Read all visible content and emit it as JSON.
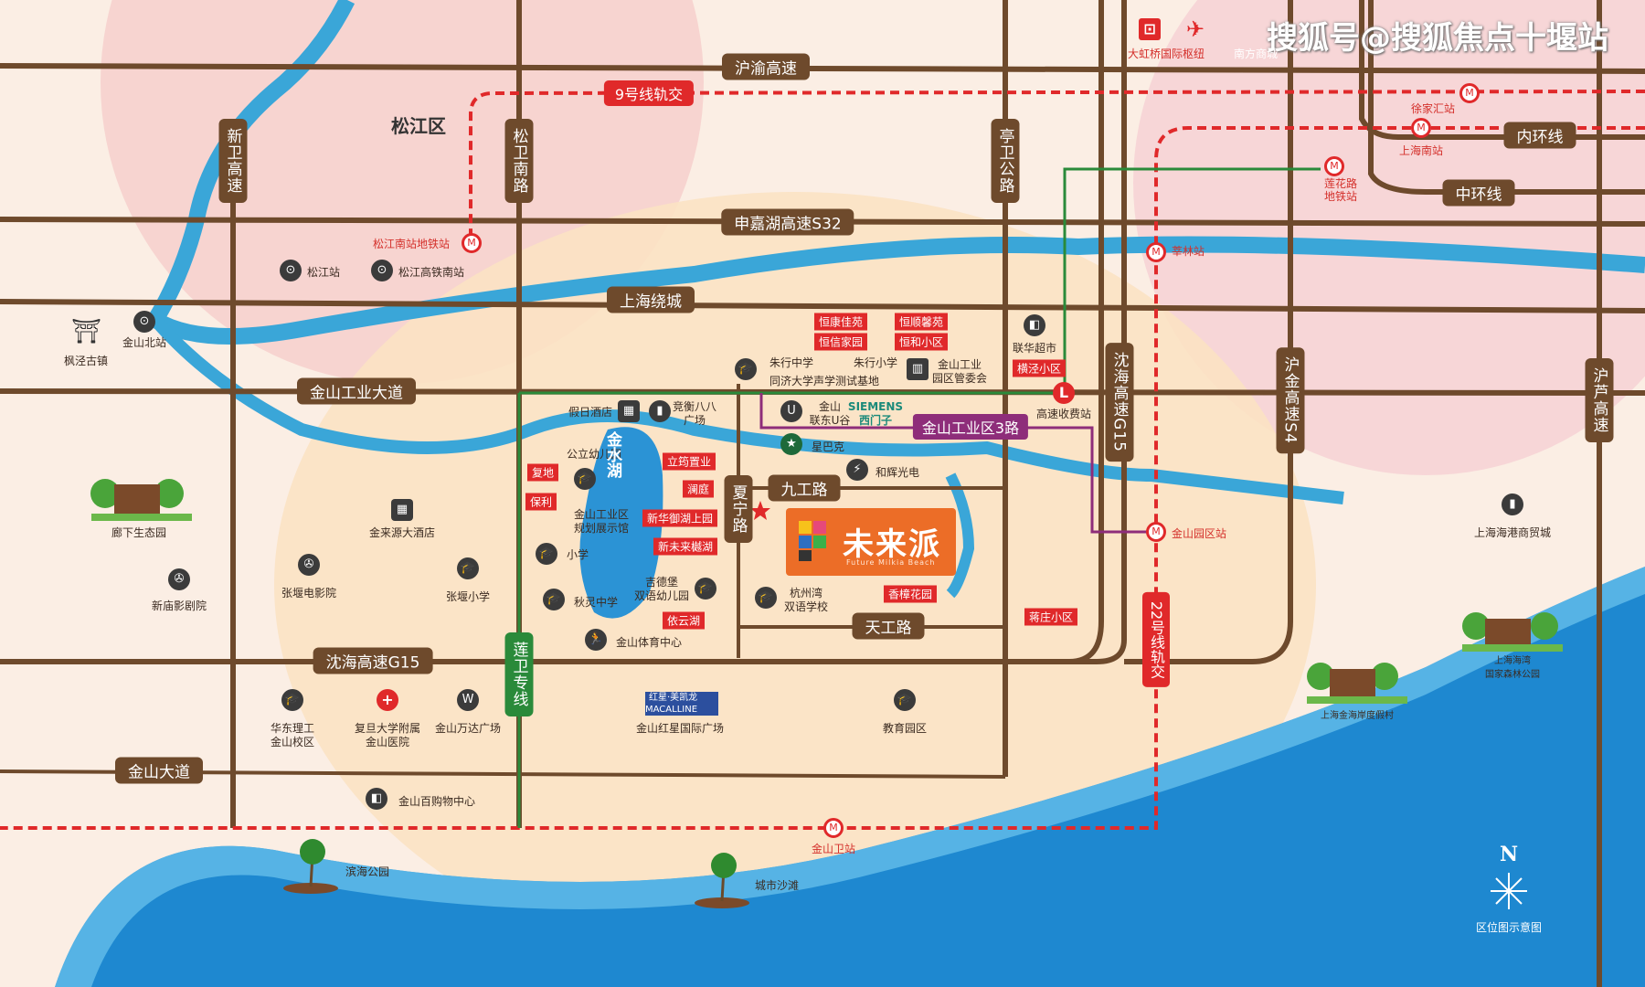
{
  "watermark": "搜狐号@搜狐焦点十堰站",
  "district": "松江区",
  "roads": {
    "huyu": "沪渝高速",
    "shenjiahu": "申嘉湖高速S32",
    "raocheng": "上海绕城",
    "gongyedadao": "金山工业大道",
    "shenhai": "沈海高速G15",
    "jinshandadao": "金山大道",
    "jiugong": "九工路",
    "tiangong": "天工路",
    "industrial3": "金山工业区3路",
    "xinwei": "新卫高速",
    "songwei": "松卫南路",
    "tingwei": "亭卫公路",
    "xianing": "夏宁路",
    "lianwei": "莲卫专线",
    "shenhai_v": "沈海高速G15",
    "hujin": "沪金高速S4",
    "hulu": "沪芦高速",
    "inner_ring": "内环线",
    "middle_ring": "中环线"
  },
  "metro": {
    "line9": "9号线轨交",
    "line22": "22号线轨交",
    "stations": {
      "songjiang_south": "松江南站地铁站",
      "xujiahui": "徐家汇站",
      "shanghai_south": "上海南站",
      "lianhua": "莲花路\n地铁站",
      "xinlin": "莘林站",
      "jinshan_park": "金山园区站",
      "jinshanwei": "金山卫站"
    }
  },
  "top_labels": {
    "hongqiao": "大虹桥国际枢纽",
    "pudong": "南方商城"
  },
  "pois": {
    "songjiang_station": "松江站",
    "songjiang_hsr_south": "松江高铁南站",
    "jinshan_north": "金山北站",
    "fengjing": "枫泾古镇",
    "langxia": "廊下生态园",
    "jinlaiyuan": "金来源大酒店",
    "xinmiao": "新庙影剧院",
    "zhangyan_cinema": "张堰电影院",
    "zhangyan_school": "张堰小学",
    "holiday_hotel": "假日酒店",
    "jingheng": "竞衡八八\n广场",
    "public_kinder": "公立幼儿园",
    "planning_hall": "金山工业区\n规划展示馆",
    "primary": "小学",
    "qiuling": "秋灵中学",
    "jidebao": "吉德堡\n双语幼儿园",
    "sports": "金山体育中心",
    "zhuhang_mid": "朱行中学",
    "zhuhang_pri": "朱行小学",
    "tongji": "同济大学声学测试基地",
    "admin": "金山工业\n园区管委会",
    "lianhua_market": "联华超市",
    "toll": "高速收费站",
    "uvalley": "金山\n联东U谷",
    "siemens": "SIEMENS\n西门子",
    "starbucks": "星巴克",
    "hehui": "和辉光电",
    "hangzhouwan": "杭州湾\n双语学校",
    "east_china": "华东理工\n金山校区",
    "fudan": "复旦大学附属\n金山医院",
    "wanda": "金山万达广场",
    "redstar": "金山红星国际广场",
    "edu_park": "教育园区",
    "baihuo": "金山百购物中心",
    "binhai": "滨海公园",
    "beach": "城市沙滩",
    "harbour_trade": "上海海港商贸城",
    "forest_park": "上海海湾\n国家森林公园",
    "resort": "上海金海岸度假村",
    "compass": "区位图示意图"
  },
  "lake": "金水湖",
  "red_tags": {
    "hengkang": "恒康佳苑",
    "hengshun": "恒顺馨苑",
    "hengxin": "恒信家园",
    "henghe": "恒和小区",
    "hengjing": "横泾小区",
    "lijun": "立筠置业",
    "fudi": "复地",
    "baoli": "保利",
    "lanting": "澜庭",
    "xinhua": "新华御湖上园",
    "xinweilai": "新未来樾湖",
    "xiangzhang": "香樟花园",
    "yiyunhu": "依云湖",
    "jiangzhuang": "蒋庄小区"
  },
  "brand": {
    "name": "未来派",
    "sub": "Future Milkia Beach"
  },
  "compass_n": "N",
  "macalline": "红星·美凯龙\nMACALLINE",
  "colors": {
    "road": "#6e4a2c",
    "river": "#3aa6d8",
    "metro": "#e0292a",
    "green_line": "#2a8a3a",
    "purple_line": "#8e2d7a",
    "brand": "#ec6d27",
    "sea": "#1e88d0"
  }
}
